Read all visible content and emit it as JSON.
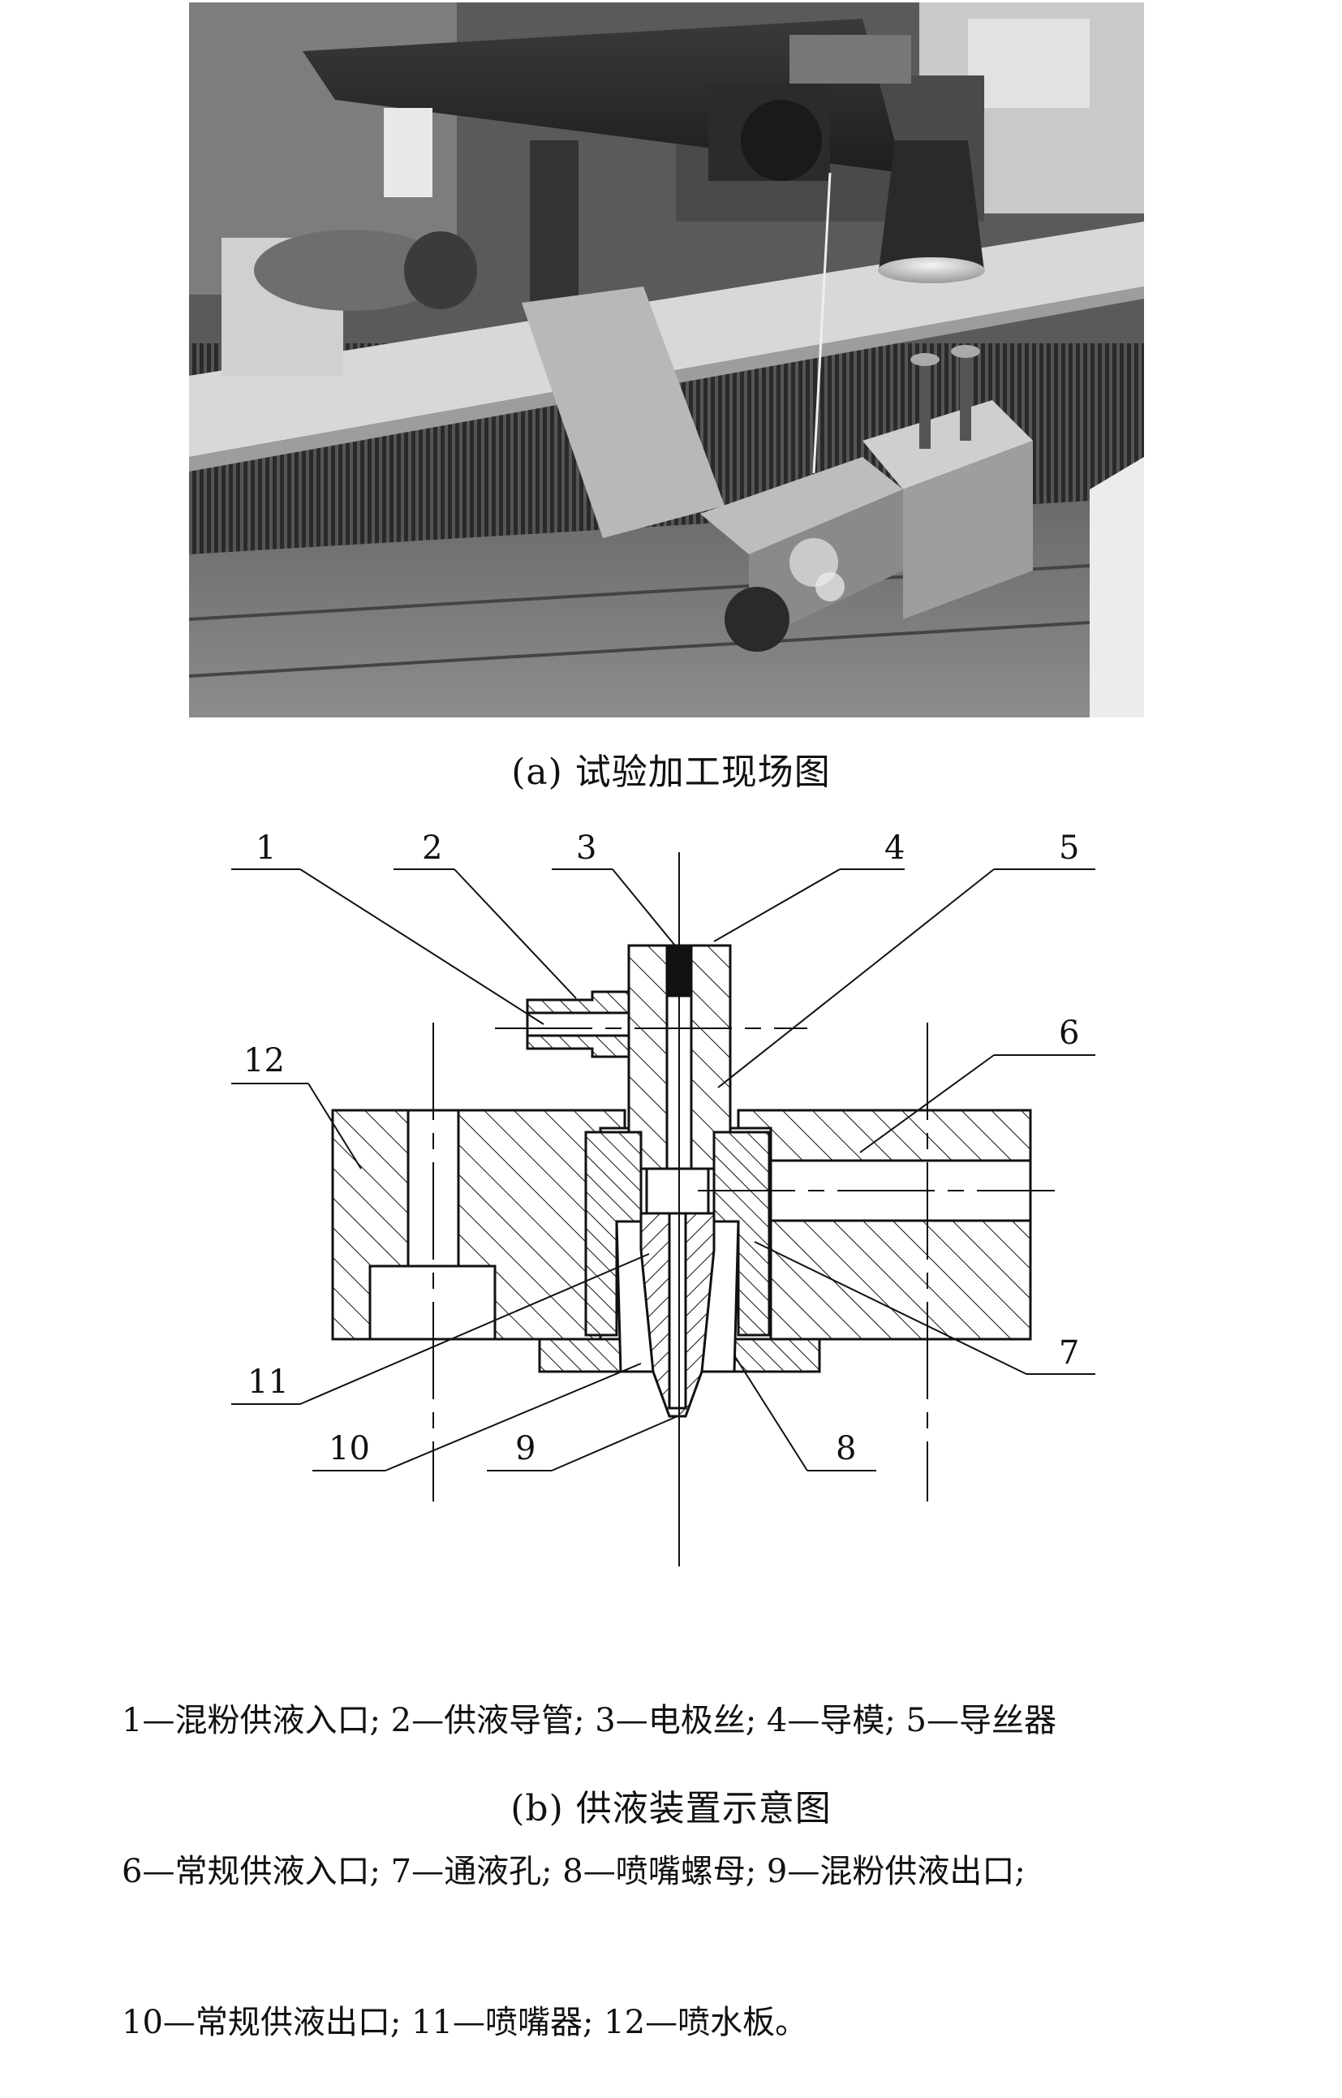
{
  "figure_a": {
    "caption": "(a)  试验加工现场图"
  },
  "figure_b": {
    "caption": "(b)  供液装置示意图",
    "callouts": [
      "1",
      "2",
      "3",
      "4",
      "5",
      "6",
      "7",
      "8",
      "9",
      "10",
      "11",
      "12"
    ],
    "legend_lines": [
      "1—混粉供液入口; 2—供液导管; 3—电极丝; 4—导模; 5—导丝器",
      "6—常规供液入口; 7—通液孔; 8—喷嘴螺母; 9—混粉供液出口;",
      "10—常规供液出口; 11—喷嘴器; 12—喷水板。"
    ]
  },
  "colors": {
    "ink": "#111111",
    "background": "#ffffff"
  }
}
